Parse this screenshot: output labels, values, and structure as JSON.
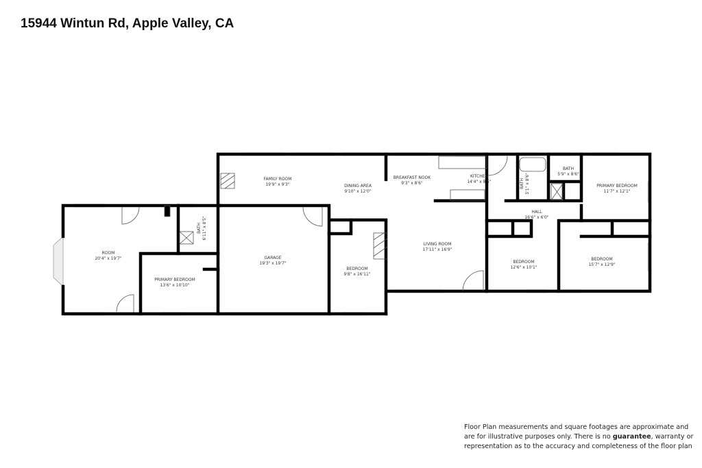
{
  "title": "15944 Wintun Rd, Apple Valley, CA",
  "rooms": [
    {
      "name": "ROOM",
      "size": "20'4\" x 19'7\""
    },
    {
      "name": "BATH",
      "size": "6'11\" x 8'5\""
    },
    {
      "name": "PRIMARY BEDROOM",
      "size": "13'6\" x 10'10\""
    },
    {
      "name": "GARAGE",
      "size": "19'3\" x 19'7\""
    },
    {
      "name": "FAMILY ROOM",
      "size": "19'9\" x 9'3\""
    },
    {
      "name": "DINING AREA",
      "size": "9'10\" x 12'0\""
    },
    {
      "name": "BREAKFAST NOOK",
      "size": "9'3\" x 8'6\""
    },
    {
      "name": "KITCHEN",
      "size": "14'4\" x 8'5\""
    },
    {
      "name": "BEDROOM",
      "size": "9'8\" x 16'11\""
    },
    {
      "name": "LIVING ROOM",
      "size": "17'11\" x 16'9\""
    },
    {
      "name": "BATH",
      "size": "5'1\" x 8'6\""
    },
    {
      "name": "BATH",
      "size": "5'9\" x 8'6\""
    },
    {
      "name": "PRIMARY BEDROOM",
      "size": "11'7\" x 12'1\""
    },
    {
      "name": "HALL",
      "size": "16'6\" x 6'0\""
    },
    {
      "name": "BEDROOM",
      "size": "12'6\" x 10'1\""
    },
    {
      "name": "BEDROOM",
      "size": "15'7\" x 12'9\""
    }
  ],
  "disclaimer": {
    "before": "Floor Plan measurements and square footages are approximate and are for illustrative purposes only. There is no",
    "emph": "guarantee",
    "after": ", warranty or representation as to the accuracy and completeness of the floor plan"
  }
}
